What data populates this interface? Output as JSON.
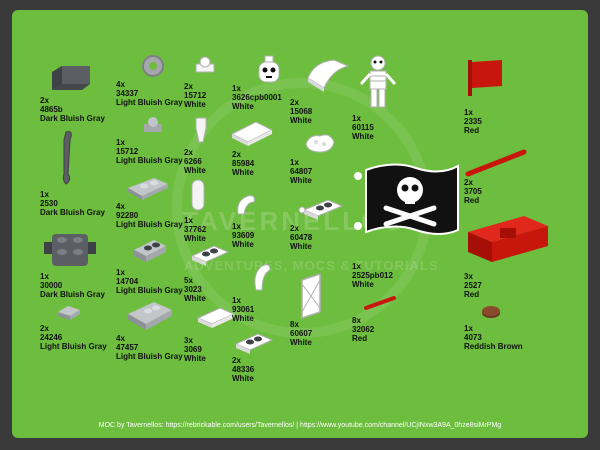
{
  "watermark": {
    "title": "TAVERNELLOS",
    "subtitle": "ADVENTURES, MOCS & TUTORIALS"
  },
  "parts": [
    {
      "qty": "2x",
      "id": "4865b",
      "color": "Dark Bluish Gray"
    },
    {
      "qty": "1x",
      "id": "2530",
      "color": "Dark Bluish Gray"
    },
    {
      "qty": "1x",
      "id": "30000",
      "color": "Dark Bluish Gray"
    },
    {
      "qty": "2x",
      "id": "24246",
      "color": "Light Bluish Gray"
    },
    {
      "qty": "4x",
      "id": "34337",
      "color": "Light Bluish Gray"
    },
    {
      "qty": "1x",
      "id": "15712",
      "color": "Light Bluish Gray"
    },
    {
      "qty": "4x",
      "id": "92280",
      "color": "Light Bluish Gray"
    },
    {
      "qty": "1x",
      "id": "14704",
      "color": "Light Bluish Gray"
    },
    {
      "qty": "4x",
      "id": "47457",
      "color": "Light Bluish Gray"
    },
    {
      "qty": "2x",
      "id": "15712",
      "color": "White"
    },
    {
      "qty": "2x",
      "id": "6266",
      "color": "White"
    },
    {
      "qty": "1x",
      "id": "37762",
      "color": "White"
    },
    {
      "qty": "5x",
      "id": "3023",
      "color": "White"
    },
    {
      "qty": "3x",
      "id": "3069",
      "color": "White"
    },
    {
      "qty": "1x",
      "id": "3626cpb0001",
      "color": "White"
    },
    {
      "qty": "2x",
      "id": "85984",
      "color": "White"
    },
    {
      "qty": "1x",
      "id": "93609",
      "color": "White"
    },
    {
      "qty": "1x",
      "id": "93061",
      "color": "White"
    },
    {
      "qty": "2x",
      "id": "48336",
      "color": "White"
    },
    {
      "qty": "2x",
      "id": "15068",
      "color": "White"
    },
    {
      "qty": "1x",
      "id": "64807",
      "color": "White"
    },
    {
      "qty": "2x",
      "id": "60478",
      "color": "White"
    },
    {
      "qty": "8x",
      "id": "60607",
      "color": "White"
    },
    {
      "qty": "1x",
      "id": "60115",
      "color": "White"
    },
    {
      "qty": "1x",
      "id": "2525pb012",
      "color": "White"
    },
    {
      "qty": "8x",
      "id": "32062",
      "color": "Red"
    },
    {
      "qty": "1x",
      "id": "2335",
      "color": "Red"
    },
    {
      "qty": "2x",
      "id": "3705",
      "color": "Red"
    },
    {
      "qty": "3x",
      "id": "2527",
      "color": "Red"
    },
    {
      "qty": "1x",
      "id": "4073",
      "color": "Reddish Brown"
    }
  ],
  "footer": "MOC by Tavernellos: https://rebrickable.com/users/Tavernellos/ | https://www.youtube.com/channel/UCjINxw3A9A_0hze8siMrPMg",
  "colors": {
    "background": "#6dbd3e",
    "dark_gray": "#5b5e62",
    "light_gray": "#a4a7ab",
    "white": "#f4f4f4",
    "red": "#c8160c",
    "brown": "#6a3420"
  }
}
